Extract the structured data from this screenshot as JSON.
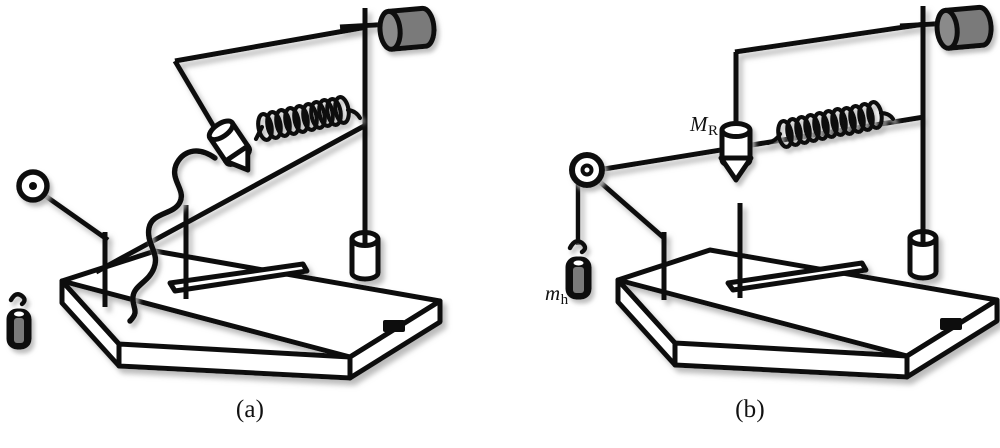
{
  "figure": {
    "title": "Rotational/oscillation apparatus schematic",
    "background_color": "#ffffff",
    "ink_color": "#111111",
    "shadow_color": "#c9c9c9",
    "metal_gray": "#7a7a7a",
    "panel_count": 2
  },
  "panels": [
    {
      "id": "a",
      "caption": "(a)",
      "description": "Apparatus photograph-style line drawing without labels",
      "components": [
        {
          "name": "base-platform",
          "label": ""
        },
        {
          "name": "vertical-post",
          "label": ""
        },
        {
          "name": "motion-sensor-drum",
          "label": "",
          "color": "#7a7a7a"
        },
        {
          "name": "spring",
          "label": "",
          "coils": 12
        },
        {
          "name": "rider-glider",
          "label": ""
        },
        {
          "name": "pulley",
          "label": ""
        },
        {
          "name": "hanging-mass",
          "label": "",
          "color": "#7a7a7a"
        },
        {
          "name": "wavy-cable",
          "label": ""
        },
        {
          "name": "ruler-bar",
          "label": ""
        },
        {
          "name": "support-cylinder",
          "label": ""
        },
        {
          "name": "rubber-foot",
          "label": ""
        }
      ]
    },
    {
      "id": "b",
      "caption": "(b)",
      "description": "Schematic line drawing with mass labels",
      "components": [
        {
          "name": "base-platform",
          "label": ""
        },
        {
          "name": "vertical-post",
          "label": ""
        },
        {
          "name": "motion-sensor-drum",
          "label": "",
          "color": "#7a7a7a"
        },
        {
          "name": "spring",
          "label": "",
          "coils": 12
        },
        {
          "name": "rider-mass",
          "label": "M_R"
        },
        {
          "name": "pulley",
          "label": ""
        },
        {
          "name": "hanging-mass",
          "label": "m_h",
          "color": "#7a7a7a"
        },
        {
          "name": "ruler-bar",
          "label": ""
        },
        {
          "name": "support-cylinder",
          "label": ""
        },
        {
          "name": "rubber-foot",
          "label": ""
        }
      ]
    }
  ],
  "labels": {
    "rider_mass": {
      "symbol": "M",
      "subscript": "R",
      "full": "M_R"
    },
    "hanging_mass": {
      "symbol": "m",
      "subscript": "h",
      "full": "m_h"
    },
    "caption_a": "(a)",
    "caption_b": "(b)"
  }
}
